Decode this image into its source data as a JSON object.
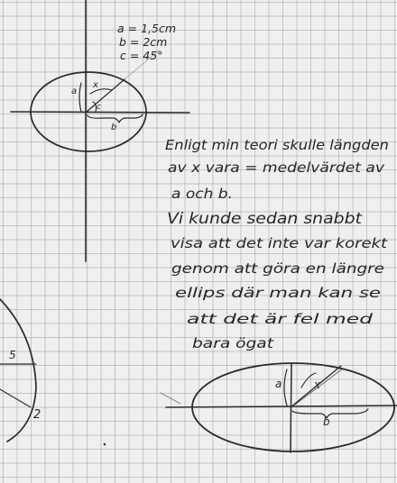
{
  "params": {
    "a": "a = 1,5cm",
    "b": "b = 2cm",
    "c": "c = 45°"
  },
  "labels": {
    "small_a": "a",
    "small_x": "x",
    "small_c": "c",
    "small_b": "b",
    "left_5": "5",
    "left_2": "2",
    "big_a": "a",
    "big_x": "x",
    "big_b": "b"
  },
  "note": {
    "lines": [
      "Enligt min teori skulle längden",
      "av x vara = medelvärdet av",
      "a och b.",
      "Vi kunde sedan snabbt",
      "visa att det inte var korekt",
      "genom att göra en längre",
      "ellips där man kan se",
      "att det är fel med",
      "bara ögat"
    ]
  }
}
